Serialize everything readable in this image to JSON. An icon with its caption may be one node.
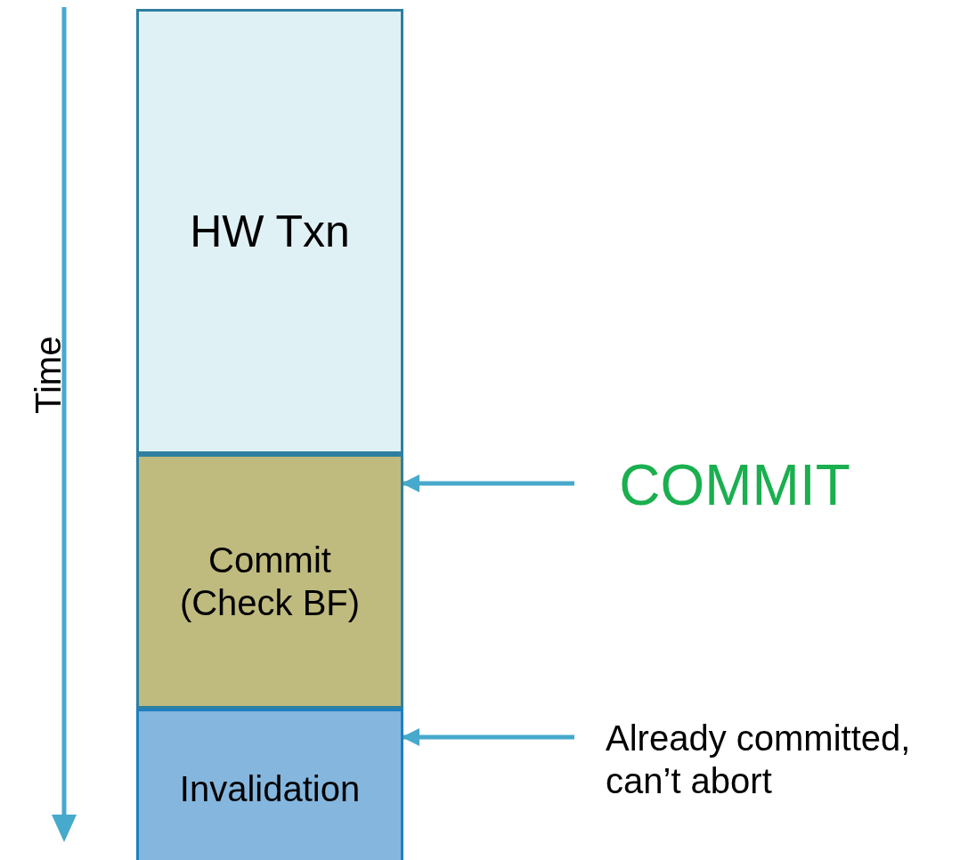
{
  "diagram": {
    "nodes": [
      {
        "text": [
          "HW Txn"
        ]
      },
      {
        "text": [
          "Commit (Check BF)"
        ]
      },
      {
        "text": [
          "Invalidation"
        ]
      },
      {
        "text": [
          "COMMIT"
        ]
      },
      {
        "text": [
          "Already committed, can’t abort"
        ]
      }
    ],
    "edges": [
      {
        "from": 3,
        "to": 1,
        "arrow": "to"
      },
      {
        "from": 4,
        "to": 2,
        "arrow": "to"
      }
    ],
    "labels": [
      "Time"
    ]
  }
}
